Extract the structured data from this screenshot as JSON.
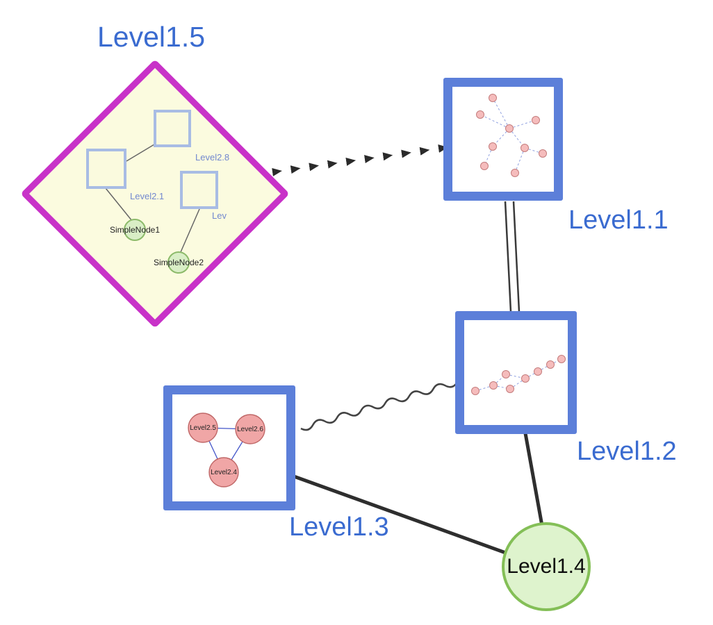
{
  "top_nodes": {
    "level15": "Level1.5",
    "level11": "Level1.1",
    "level12": "Level1.2",
    "level13": "Level1.3",
    "level14": "Level1.4"
  },
  "diamond_contents": {
    "level28": "Level2.8",
    "level21": "Level2.1",
    "lev": "Lev",
    "simplenode1": "SimpleNode1",
    "simplenode2": "SimpleNode2"
  },
  "level13_contents": {
    "left": "Level2.5",
    "right": "Level2.6",
    "bottom": "Level2.4"
  },
  "colors": {
    "label_blue": "#3a6bd0",
    "group_border_blue": "#5c7fd9",
    "inner_square_border": "#a8bce4",
    "diamond_border": "#c832c8",
    "diamond_fill": "#fbfbdf",
    "green_fill": "#def3cd",
    "green_border": "#84bf57",
    "pink_fill": "#f2b0b0",
    "pink_border": "#c06868",
    "edge_dark": "#2e2e2e",
    "mini_edge_blue": "#8fa0e0"
  }
}
